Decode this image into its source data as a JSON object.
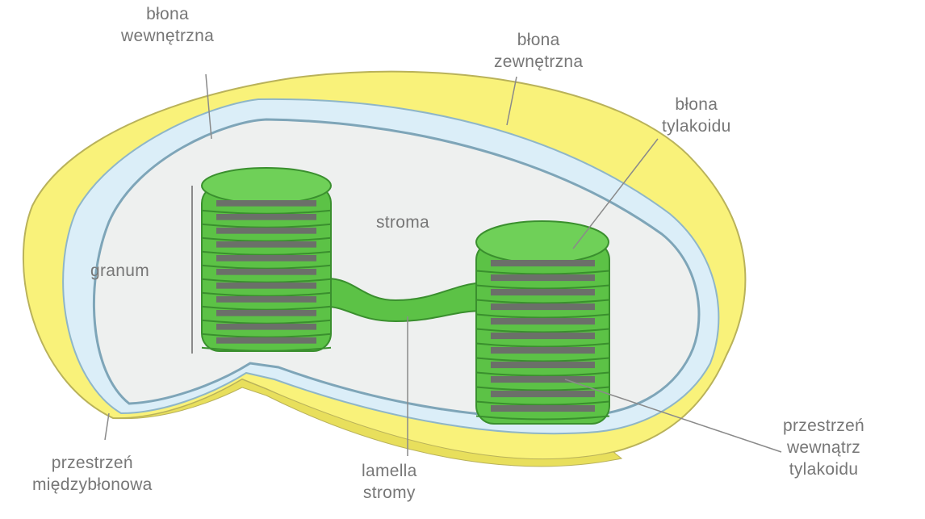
{
  "labels": {
    "inner_membrane": [
      "błona",
      "wewnętrzna"
    ],
    "outer_membrane": [
      "błona",
      "zewnętrzna"
    ],
    "thylakoid_membrane": [
      "błona",
      "tylakoidu"
    ],
    "stroma": "stroma",
    "granum": "granum",
    "intermembrane_space": [
      "przestrzeń",
      "międzybłonowa"
    ],
    "stroma_lamella": [
      "lamella",
      "stromy"
    ],
    "thylakoid_space": [
      "przestrzeń",
      "wewnątrz",
      "tylakoidu"
    ]
  },
  "colors": {
    "outer_membrane": "#f9f27a",
    "intermembrane_space": "#dbeef8",
    "stroma": "#eef0ef",
    "thylakoid_green": "#5cc246",
    "thylakoid_dark": "#3a8f2e",
    "thylakoid_grey": "#6b7069",
    "leader_line": "#8a8a8a"
  }
}
